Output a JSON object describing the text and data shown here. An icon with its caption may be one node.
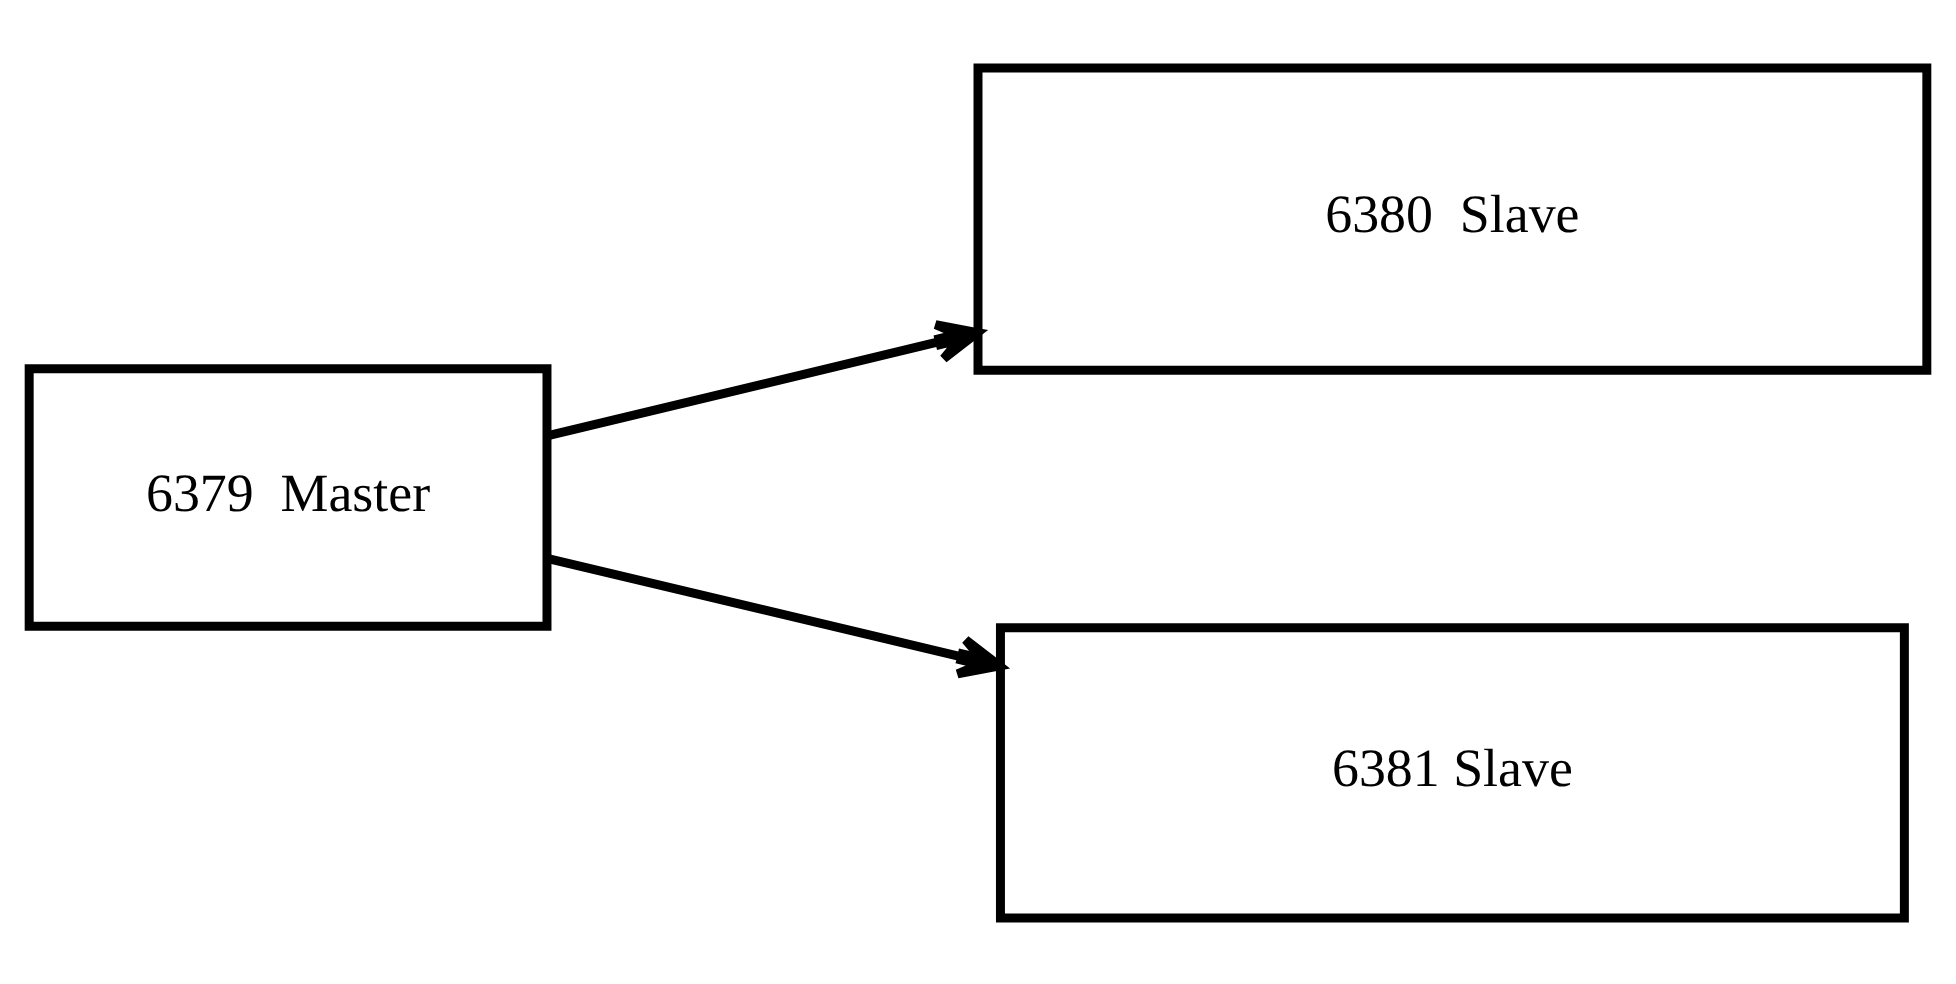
{
  "diagram": {
    "nodes": [
      {
        "text": [
          "6379  Master"
        ]
      },
      {
        "text": [
          "6380  Slave"
        ]
      },
      {
        "text": [
          "6381 Slave"
        ]
      }
    ],
    "edges": [
      {
        "from": 0,
        "to": 1,
        "arrow": "to"
      },
      {
        "from": 0,
        "to": 2,
        "arrow": "to"
      }
    ]
  }
}
